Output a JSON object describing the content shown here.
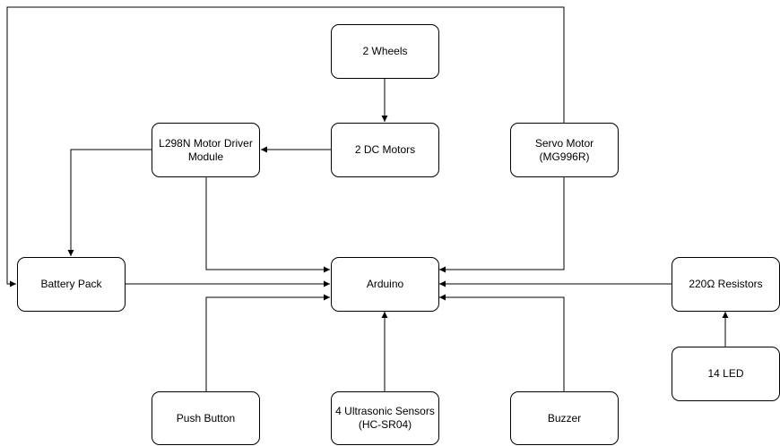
{
  "diagram": {
    "line_color": "#000000",
    "nodes": {
      "wheels": "2 Wheels",
      "motor_driver": "L298N Motor Driver\nModule",
      "dc_motors": "2 DC Motors",
      "servo": "Servo Motor\n(MG996R)",
      "battery": "Battery Pack",
      "arduino": "Arduino",
      "resistors": "220Ω Resistors",
      "push_button": "Push Button",
      "ultrasonic": "4 Ultrasonic Sensors\n(HC-SR04)",
      "buzzer": "Buzzer",
      "led": "14 LED"
    }
  }
}
